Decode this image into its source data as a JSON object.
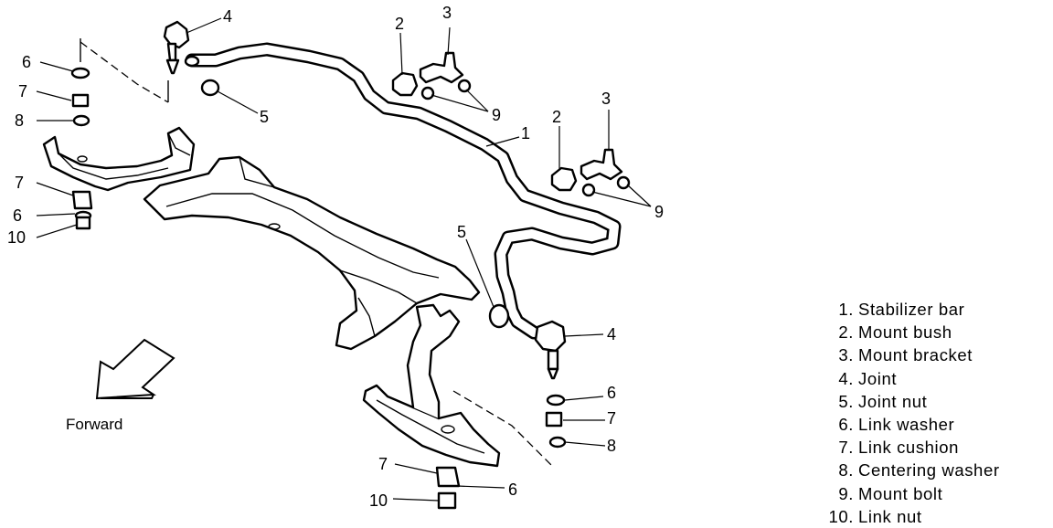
{
  "diagram": {
    "forward_label": "Forward",
    "callouts": {
      "c1": "1",
      "c2a": "2",
      "c2b": "2",
      "c3a": "3",
      "c3b": "3",
      "c4a": "4",
      "c4b": "4",
      "c5a": "5",
      "c5b": "5",
      "c6a": "6",
      "c6b": "6",
      "c6c": "6",
      "c7a": "7",
      "c7b": "7",
      "c7c": "7",
      "c7d": "7",
      "c8a": "8",
      "c8b": "8",
      "c9a": "9",
      "c9b": "9",
      "c10a": "10",
      "c10b": "10"
    }
  },
  "legend": {
    "items": [
      {
        "num": "1.",
        "label": "Stabilizer bar"
      },
      {
        "num": "2.",
        "label": "Mount bush"
      },
      {
        "num": "3.",
        "label": "Mount bracket"
      },
      {
        "num": "4.",
        "label": "Joint"
      },
      {
        "num": "5.",
        "label": "Joint nut"
      },
      {
        "num": "6.",
        "label": "Link washer"
      },
      {
        "num": "7.",
        "label": "Link cushion"
      },
      {
        "num": "8.",
        "label": "Centering washer"
      },
      {
        "num": "9.",
        "label": "Mount bolt"
      },
      {
        "num": "10.",
        "label": "Link nut"
      }
    ]
  }
}
